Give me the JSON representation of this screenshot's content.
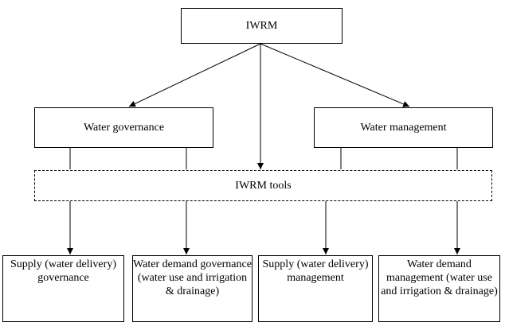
{
  "root": {
    "label": "IWRM"
  },
  "level2": {
    "left": {
      "label": "Water governance"
    },
    "right": {
      "label": "Water management"
    }
  },
  "tools": {
    "label": "IWRM tools"
  },
  "leaves": [
    {
      "label": "Supply (water delivery) governance"
    },
    {
      "label": "Water demand governance (water use and irrigation & drainage)"
    },
    {
      "label": "Supply (water delivery) management"
    },
    {
      "label": "Water demand management (water use and irrigation & drainage)"
    }
  ]
}
